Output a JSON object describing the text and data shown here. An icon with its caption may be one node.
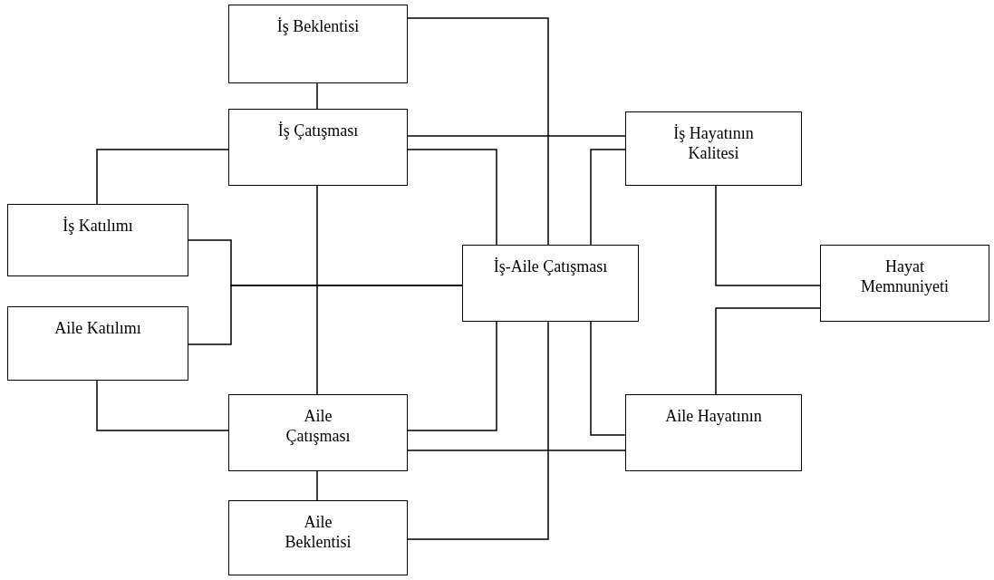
{
  "diagram": {
    "nodes": [
      {
        "text": [
          "İş Beklentisi"
        ]
      },
      {
        "text": [
          "İş Çatışması"
        ]
      },
      {
        "text": [
          "İş Hayatının Kalitesi"
        ]
      },
      {
        "text": [
          "İş Katılımı"
        ]
      },
      {
        "text": [
          "İş-Aile Çatışması"
        ]
      },
      {
        "text": [
          "Hayat Memnuniyeti"
        ]
      },
      {
        "text": [
          "Aile Katılımı"
        ]
      },
      {
        "text": [
          "Aile Çatışması"
        ]
      },
      {
        "text": [
          "Aile Hayatının"
        ]
      },
      {
        "text": [
          "Aile Beklentisi"
        ]
      }
    ],
    "edges": [
      {
        "from": 0,
        "to": 1,
        "arrow": "none"
      },
      {
        "from": 0,
        "to": 4,
        "arrow": "none"
      },
      {
        "from": 1,
        "to": 2,
        "arrow": "none"
      },
      {
        "from": 1,
        "to": 4,
        "arrow": "none"
      },
      {
        "from": 1,
        "to": 3,
        "arrow": "none"
      },
      {
        "from": 1,
        "to": 7,
        "arrow": "none"
      },
      {
        "from": 3,
        "to": 4,
        "arrow": "none"
      },
      {
        "from": 6,
        "to": 4,
        "arrow": "none"
      },
      {
        "from": 2,
        "to": 4,
        "arrow": "none"
      },
      {
        "from": 2,
        "to": 5,
        "arrow": "none"
      },
      {
        "from": 5,
        "to": 8,
        "arrow": "none"
      },
      {
        "from": 4,
        "to": 7,
        "arrow": "none"
      },
      {
        "from": 4,
        "to": 8,
        "arrow": "none"
      },
      {
        "from": 4,
        "to": 9,
        "arrow": "none"
      },
      {
        "from": 7,
        "to": 8,
        "arrow": "none"
      },
      {
        "from": 6,
        "to": 7,
        "arrow": "none"
      },
      {
        "from": 7,
        "to": 9,
        "arrow": "none"
      }
    ]
  }
}
